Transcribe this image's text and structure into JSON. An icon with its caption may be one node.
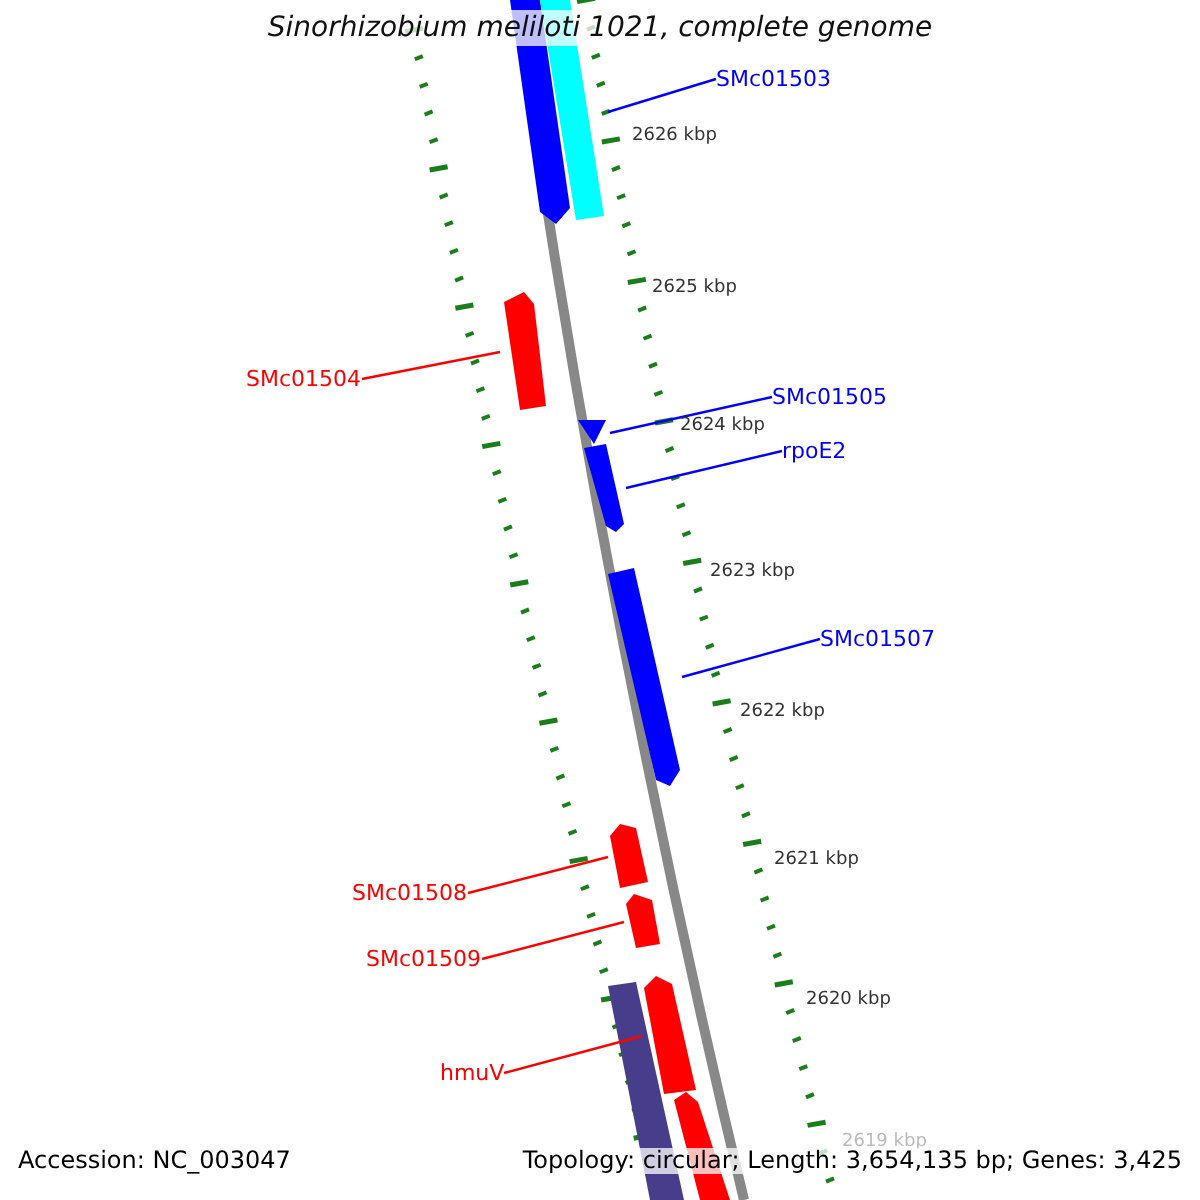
{
  "diagram": {
    "title": "Sinorhizobium meliloti 1021, complete genome",
    "nodes": [
      {
        "text": [],
        "shape": "bar"
      },
      {
        "text": [],
        "shape": "bar"
      },
      {
        "text": [
          "SMc01503"
        ]
      },
      {
        "text": [],
        "shape": "bar"
      },
      {
        "text": [
          "SMc01504"
        ]
      },
      {
        "text": [
          "SMc01505"
        ]
      },
      {
        "text": [],
        "shape": "bar"
      },
      {
        "text": [],
        "shape": "bar"
      },
      {
        "text": [
          "rpoE2"
        ]
      },
      {
        "text": [],
        "shape": "bar"
      },
      {
        "text": [
          "SMc01507"
        ]
      },
      {
        "text": [],
        "shape": "bar"
      },
      {
        "text": [
          "SMc01508"
        ]
      },
      {
        "text": [],
        "shape": "bar"
      },
      {
        "text": [
          "SMc01509"
        ]
      },
      {
        "text": [],
        "shape": "bar"
      },
      {
        "text": [],
        "shape": "bar"
      },
      {
        "text": [
          "hmuV"
        ]
      },
      {
        "text": [],
        "shape": "bar"
      }
    ],
    "edges": [
      {
        "from": 2,
        "to": 1,
        "arrow": "none"
      },
      {
        "from": 4,
        "to": 3,
        "arrow": "none",
        "color": "#ff0000"
      },
      {
        "from": 5,
        "to": 6,
        "arrow": "none"
      },
      {
        "from": 8,
        "to": 7,
        "arrow": "none"
      },
      {
        "from": 10,
        "to": 9,
        "arrow": "none"
      },
      {
        "from": 12,
        "to": 11,
        "arrow": "none",
        "color": "#ff0000"
      },
      {
        "from": 14,
        "to": 13,
        "arrow": "none",
        "color": "#ff0000"
      },
      {
        "from": 17,
        "to": 16,
        "arrow": "none",
        "color": "#ff0000"
      }
    ],
    "labels": [
      "2626 kbp",
      "2625 kbp",
      "2624 kbp",
      "2623 kbp",
      "2622 kbp",
      "2621 kbp",
      "2620 kbp",
      "2619 kbp",
      "Accession: NC_003047",
      "Topology: circular; Length: 3,654,135 bp; Genes: 3,425"
    ]
  }
}
